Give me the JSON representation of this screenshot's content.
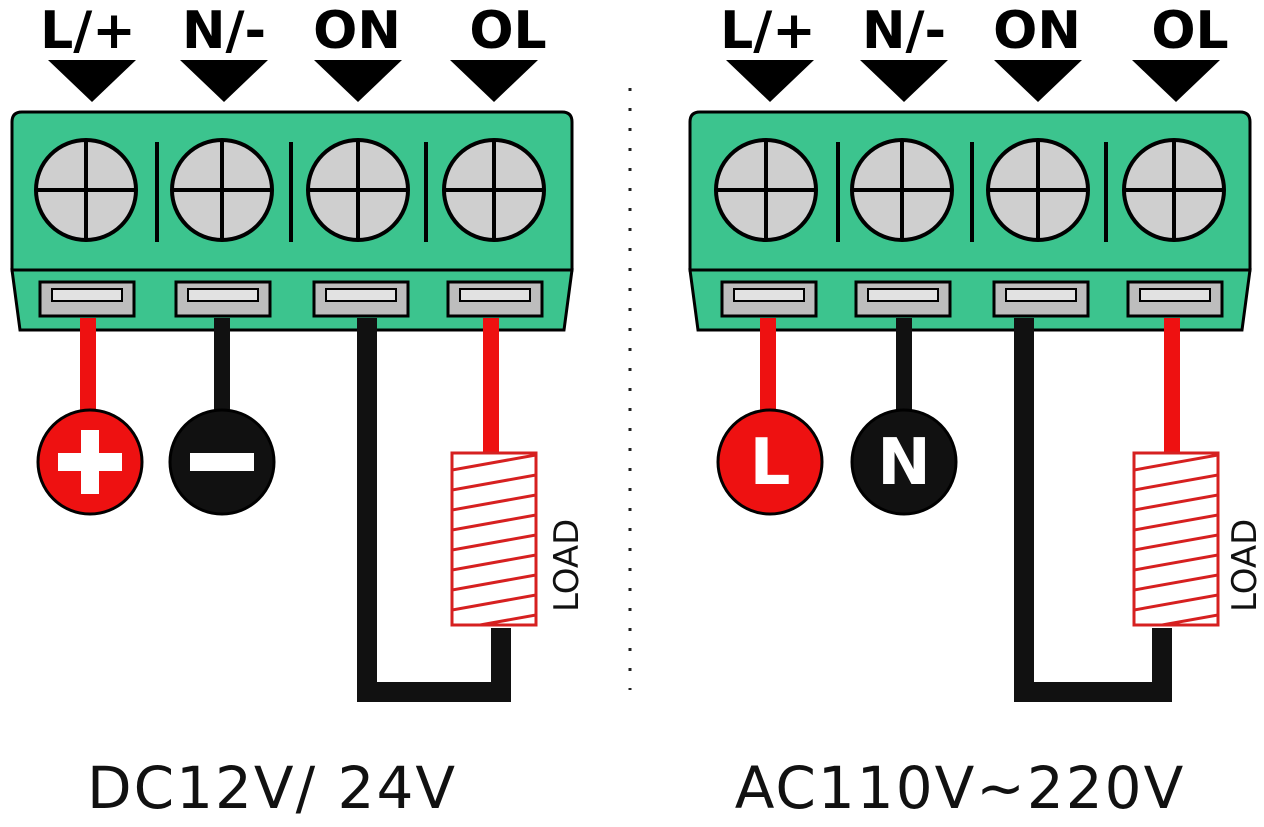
{
  "diagram": {
    "dc": {
      "terminals": [
        "L/+",
        "N/-",
        "ON",
        "OL"
      ],
      "supply_symbols": [
        "+",
        "−"
      ],
      "load_label": "LOAD",
      "voltage": "DC12V/ 24V"
    },
    "ac": {
      "terminals": [
        "L/+",
        "N/-",
        "ON",
        "OL"
      ],
      "supply_symbols": [
        "L",
        "N"
      ],
      "load_label": "LOAD",
      "voltage": "AC110V~220V"
    },
    "colors": {
      "block_green": "#3cc48e",
      "wire_red": "#ee1111",
      "wire_black": "#111111",
      "load_red": "#d62020",
      "screw_gray": "#cfcfcf"
    }
  }
}
